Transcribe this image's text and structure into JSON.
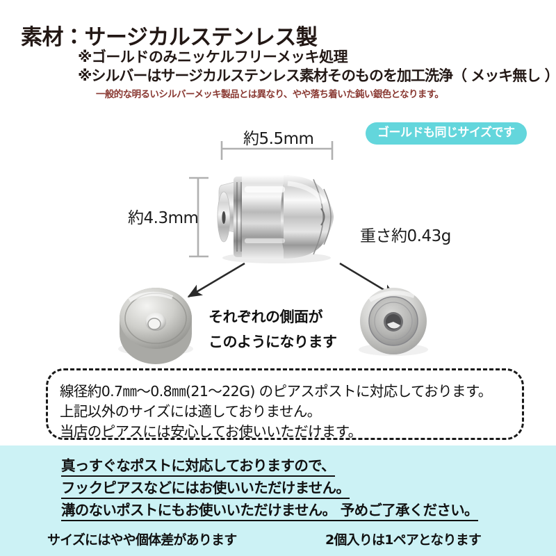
{
  "header": {
    "title": "素材：サージカルステンレス製",
    "line2": "※ゴールドのみニッケルフリーメッキ処理",
    "line3": "※シルバーはサージカルステンレス素材そのものを加工洗浄（ メッキ無し ）",
    "note": "一般的な明るいシルバーメッキ製品とは異なり、やや落ち着いた鈍い銀色となります。",
    "note_color": "#8a3a33"
  },
  "badge": {
    "label": "ゴールドも同じサイズです",
    "bg_color": "#63d6dc",
    "text_color": "#ffffff"
  },
  "diagram": {
    "width_label": "約5.5mm",
    "height_label": "約4.3mm",
    "weight_label": "重さ約0.43g",
    "side_caption_line1": "それぞれの側面が",
    "side_caption_line2": "このようになります",
    "product_name": "silver-bullet-earring-back",
    "left_disc_name": "side-view-disc-left",
    "right_disc_name": "side-view-disc-right"
  },
  "info_box": {
    "line1": "線径約0.7㎜～0.8㎜(21～22G) のピアスポストに対応しております。",
    "line2": "上記以外のサイズには適しておりません。",
    "line3": "当店のピアスには安心してお使いいただけます。"
  },
  "warning_band": {
    "bg_color": "#ccf2f5",
    "icon": "warning-triangle-yellow",
    "line1": "真っすぐなポストに対応しておりますので、",
    "line2": "フックピアスなどにはお使いいただけません。",
    "line3": "溝のないポストにもお使いいただけません。 予めご了承ください。"
  },
  "footer": {
    "icon": "warning-triangle-red",
    "note1": "サイズにはやや個体差があります",
    "note2": "2個入りは1ペアとなります"
  }
}
